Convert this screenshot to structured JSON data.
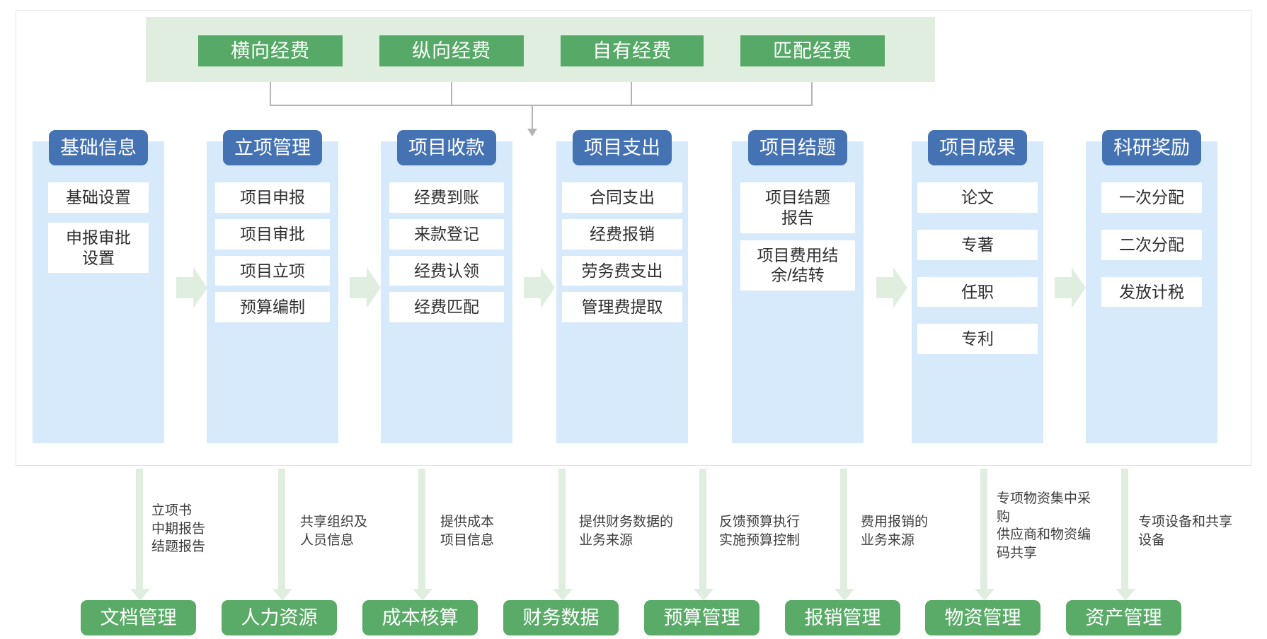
{
  "diagram": {
    "type": "flow-diagram",
    "colors": {
      "funding_band_bg": "#dfeede",
      "funding_chip": "#57a967",
      "column_bg": "#d6eafb",
      "column_header": "#4572b3",
      "item_bg": "#ffffff",
      "module_button": "#5aab68",
      "connector": "#b4b4b4",
      "stem": "#dfeede"
    },
    "funding_sources": [
      {
        "label": "横向经费"
      },
      {
        "label": "纵向经费"
      },
      {
        "label": "自有经费"
      },
      {
        "label": "匹配经费"
      }
    ],
    "pipeline": [
      {
        "header": "基础信息",
        "items": [
          "基础设置",
          "申报审批\n设置"
        ]
      },
      {
        "header": "立项管理",
        "items": [
          "项目申报",
          "项目审批",
          "项目立项",
          "预算编制"
        ]
      },
      {
        "header": "项目收款",
        "items": [
          "经费到账",
          "来款登记",
          "经费认领",
          "经费匹配"
        ]
      },
      {
        "header": "项目支出",
        "items": [
          "合同支出",
          "经费报销",
          "劳务费支出",
          "管理费提取"
        ]
      },
      {
        "header": "项目结题",
        "items": [
          "项目结题\n报告",
          "项目费用结\n余/结转"
        ]
      },
      {
        "header": "项目成果",
        "items": [
          "论文",
          "专著",
          "任职",
          "专利"
        ]
      },
      {
        "header": "科研奖励",
        "items": [
          "一次分配",
          "二次分配",
          "发放计税"
        ]
      }
    ],
    "integrations": [
      {
        "note": "立项书\n中期报告\n结题报告",
        "module": "文档管理"
      },
      {
        "note": "共享组织及\n人员信息",
        "module": "人力资源"
      },
      {
        "note": "提供成本\n项目信息",
        "module": "成本核算"
      },
      {
        "note": "提供财务数据的\n业务来源",
        "module": "财务数据"
      },
      {
        "note": "反馈预算执行\n实施预算控制",
        "module": "预算管理"
      },
      {
        "note": "费用报销的\n业务来源",
        "module": "报销管理"
      },
      {
        "note": "专项物资集中采\n购\n供应商和物资编\n码共享",
        "module": "物资管理"
      },
      {
        "note": "专项设备和共享\n设备",
        "module": "资产管理"
      }
    ]
  }
}
